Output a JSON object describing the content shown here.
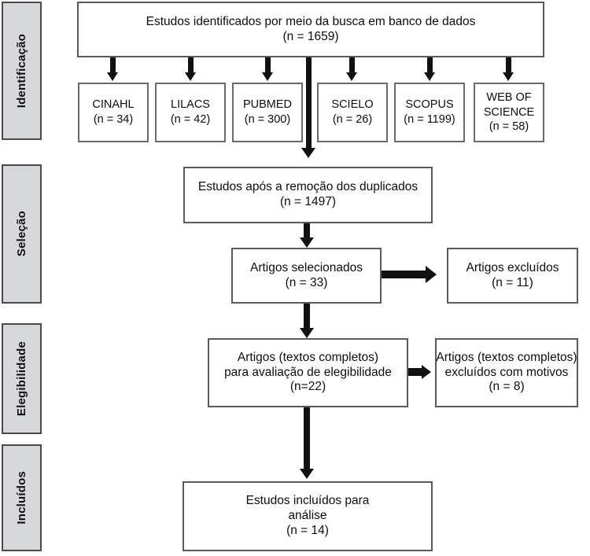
{
  "diagram": {
    "title": "PRISMA flow diagram",
    "language": "pt-BR",
    "colors": {
      "stage_fill": "#d7d8dc",
      "stage_border": "#4a4a4a",
      "box_fill": "#ffffff",
      "box_border": "#5a5a5a",
      "arrow": "#111111",
      "text": "#0d0d0d",
      "background": "#ffffff"
    }
  },
  "stages": [
    {
      "label": "Identificação"
    },
    {
      "label": "Seleção"
    },
    {
      "label": "Elegibilidade"
    },
    {
      "label": "Incluídos"
    }
  ],
  "nodes": {
    "identified": {
      "line1": "Estudos identificados por meio da busca em banco de dados",
      "line2": "(n = 1659)",
      "count": 1659
    },
    "after_duplicates": {
      "line1": "Estudos após a remoção dos duplicados",
      "line2": "(n = 1497)",
      "count": 1497
    },
    "screened": {
      "line1": "Artigos selecionados",
      "line2": "(n = 33)",
      "count": 33
    },
    "screened_excluded": {
      "line1": "Artigos excluídos",
      "line2": "(n = 11)",
      "count": 11
    },
    "eligibility": {
      "line1": "Artigos (textos completos)",
      "line2": "para avaliação de elegibilidade",
      "line3": "(n=22)",
      "count": 22
    },
    "eligibility_excluded": {
      "line1": "Artigos (textos completos)",
      "line2": "excluídos com motivos",
      "line3": "(n = 8)",
      "count": 8
    },
    "included": {
      "line1": "Estudos incluídos para",
      "line2": "análise",
      "line3": "(n = 14)",
      "count": 14
    }
  },
  "databases": [
    {
      "name": "CINAHL",
      "line2": "(n = 34)",
      "count": 34
    },
    {
      "name": "LILACS",
      "line2": "(n = 42)",
      "count": 42
    },
    {
      "name": "PUBMED",
      "line2": "(n = 300)",
      "count": 300
    },
    {
      "name": "SCIELO",
      "line2": "(n = 26)",
      "count": 26
    },
    {
      "name": "SCOPUS",
      "line2": "(n = 1199)",
      "count": 1199
    },
    {
      "name": "WEB OF",
      "line2": "SCIENCE",
      "line3": "(n = 58)",
      "count": 58
    }
  ],
  "chart_data": {
    "type": "diagram",
    "title": "Fluxograma PRISMA",
    "stages": [
      "Identificação",
      "Seleção",
      "Elegibilidade",
      "Incluídos"
    ],
    "nodes": [
      {
        "id": "identified",
        "stage": "Identificação",
        "label": "Estudos identificados por meio da busca em banco de dados",
        "n": 1659
      },
      {
        "id": "cinahl",
        "stage": "Identificação",
        "label": "CINAHL",
        "n": 34
      },
      {
        "id": "lilacs",
        "stage": "Identificação",
        "label": "LILACS",
        "n": 42
      },
      {
        "id": "pubmed",
        "stage": "Identificação",
        "label": "PUBMED",
        "n": 300
      },
      {
        "id": "scielo",
        "stage": "Identificação",
        "label": "SCIELO",
        "n": 26
      },
      {
        "id": "scopus",
        "stage": "Identificação",
        "label": "SCOPUS",
        "n": 1199
      },
      {
        "id": "web_of_science",
        "stage": "Identificação",
        "label": "WEB OF SCIENCE",
        "n": 58
      },
      {
        "id": "after_duplicates",
        "stage": "Seleção",
        "label": "Estudos após a remoção dos duplicados",
        "n": 1497
      },
      {
        "id": "screened",
        "stage": "Seleção",
        "label": "Artigos selecionados",
        "n": 33
      },
      {
        "id": "screened_excluded",
        "stage": "Seleção",
        "label": "Artigos excluídos",
        "n": 11
      },
      {
        "id": "eligibility",
        "stage": "Elegibilidade",
        "label": "Artigos (textos completos) para avaliação de elegibilidade",
        "n": 22
      },
      {
        "id": "eligibility_excluded",
        "stage": "Elegibilidade",
        "label": "Artigos (textos completos) excluídos com motivos",
        "n": 8
      },
      {
        "id": "included",
        "stage": "Incluídos",
        "label": "Estudos incluídos para análise",
        "n": 14
      }
    ],
    "edges": [
      {
        "from": "identified",
        "to": "cinahl"
      },
      {
        "from": "identified",
        "to": "lilacs"
      },
      {
        "from": "identified",
        "to": "pubmed"
      },
      {
        "from": "identified",
        "to": "scielo"
      },
      {
        "from": "identified",
        "to": "scopus"
      },
      {
        "from": "identified",
        "to": "web_of_science"
      },
      {
        "from": "identified",
        "to": "after_duplicates"
      },
      {
        "from": "after_duplicates",
        "to": "screened"
      },
      {
        "from": "screened",
        "to": "screened_excluded"
      },
      {
        "from": "screened",
        "to": "eligibility"
      },
      {
        "from": "eligibility",
        "to": "eligibility_excluded"
      },
      {
        "from": "eligibility",
        "to": "included"
      }
    ]
  }
}
